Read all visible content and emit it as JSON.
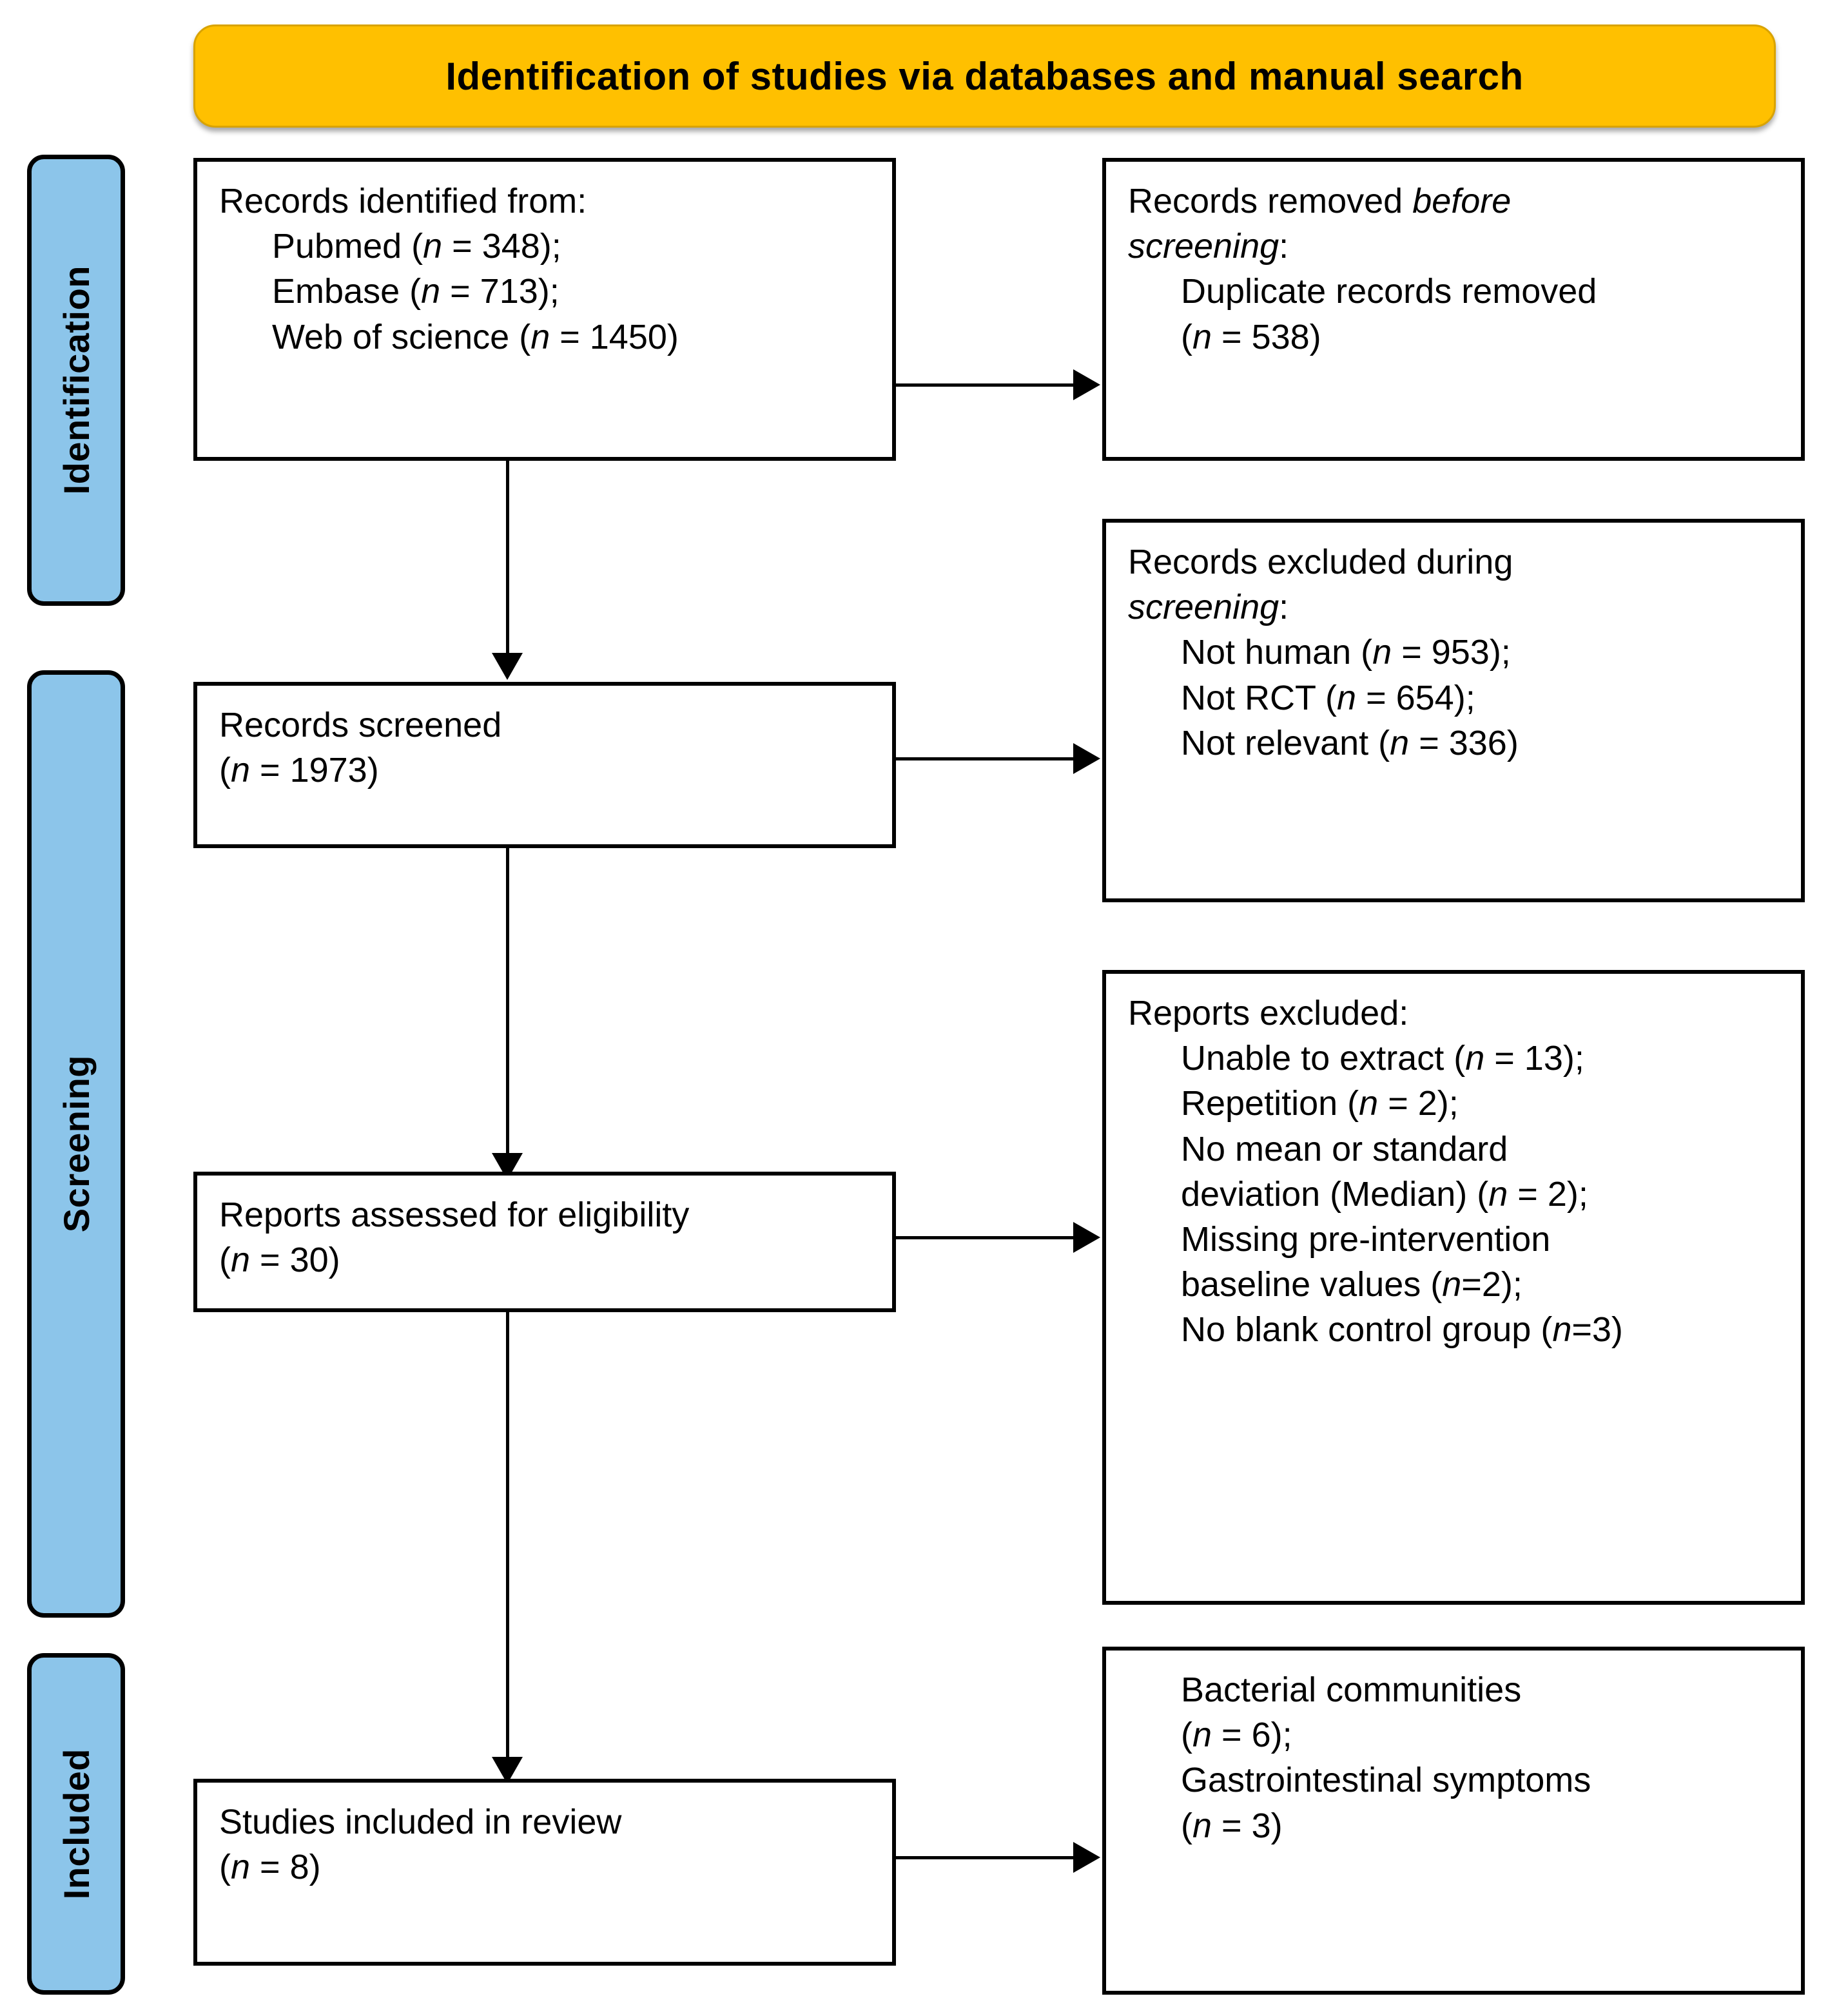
{
  "header": {
    "title": "Identification of studies via databases and manual search",
    "bg_color": "#FFC000",
    "text_color": "#000000"
  },
  "stages": {
    "bg_color": "#8CC5EA",
    "identification": "Identification",
    "screening": "Screening",
    "included": "Included"
  },
  "boxes": {
    "records_identified": {
      "title": "Records identified from:",
      "items": [
        {
          "prefix": "Pubmed (",
          "n_label": "n",
          "value": " = 348);"
        },
        {
          "prefix": "Embase (",
          "n_label": "n",
          "value": " = 713);"
        },
        {
          "prefix": "Web of science (",
          "n_label": "n",
          "value": " = 1450)"
        }
      ]
    },
    "records_removed": {
      "title_a": "Records removed ",
      "title_em": "before",
      "title_b": "",
      "title_line2_em": "screening",
      "title_line2_b": ":",
      "items": [
        {
          "text": "Duplicate records removed"
        },
        {
          "prefix": "(",
          "n_label": "n",
          "value": " = 538)"
        }
      ]
    },
    "records_screened": {
      "title": "Records screened",
      "count_prefix": "(",
      "count_n": "n",
      "count_value": " = 1973)"
    },
    "records_excluded": {
      "title_a": "Records excluded during",
      "title_line2_em": "screening",
      "title_line2_b": ":",
      "items": [
        {
          "prefix": "Not human (",
          "n_label": "n",
          "value": " = 953);"
        },
        {
          "prefix": "Not RCT (",
          "n_label": "n",
          "value": " = 654);"
        },
        {
          "prefix": "Not relevant (",
          "n_label": "n",
          "value": " = 336)"
        }
      ]
    },
    "reports_assessed": {
      "title": "Reports assessed for eligibility",
      "count_prefix": "(",
      "count_n": "n",
      "count_value": " = 30)"
    },
    "reports_excluded": {
      "title": "Reports excluded:",
      "items": [
        {
          "prefix": "Unable to extract (",
          "n_label": "n",
          "value": " = 13);"
        },
        {
          "prefix": "Repetition (",
          "n_label": "n",
          "value": " = 2);"
        },
        {
          "prefix": "No mean or standard",
          "n_label": "",
          "value": ""
        },
        {
          "prefix": "deviation (Median) (",
          "n_label": "n",
          "value": " = 2);"
        },
        {
          "prefix": "Missing pre-intervention",
          "n_label": "",
          "value": ""
        },
        {
          "prefix": "baseline values (",
          "n_label": "n",
          "value": "=2);"
        },
        {
          "prefix": "No blank control group (",
          "n_label": "n",
          "value": "=3)"
        }
      ]
    },
    "studies_included": {
      "title": "Studies included in review",
      "count_prefix": "(",
      "count_n": "n",
      "count_value": " = 8)"
    },
    "outcomes": {
      "items": [
        {
          "prefix": "Bacterial communities",
          "n_label": "",
          "value": ""
        },
        {
          "prefix": "(",
          "n_label": "n",
          "value": " = 6);"
        },
        {
          "prefix": "Gastrointestinal symptoms",
          "n_label": "",
          "value": ""
        },
        {
          "prefix": "(",
          "n_label": "n",
          "value": " = 3)"
        }
      ]
    }
  }
}
